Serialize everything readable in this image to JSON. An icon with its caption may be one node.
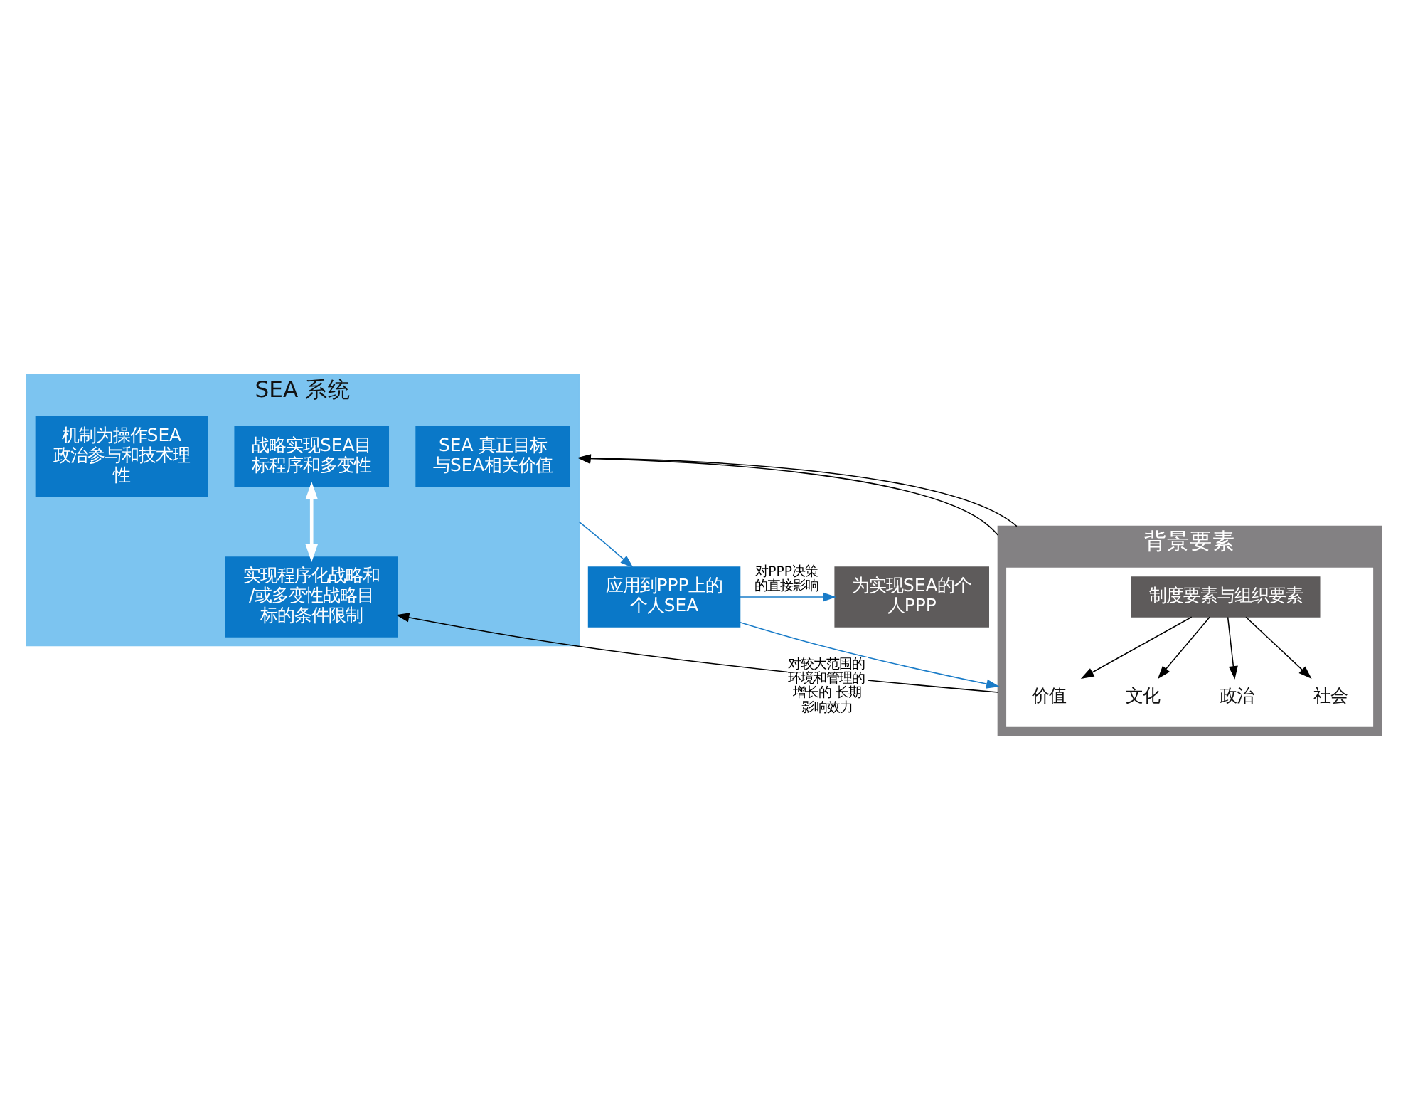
{
  "diagram": {
    "nodes": [
      {
        "text": [
          "SEA 系统"
        ]
      },
      {
        "text": [
          "SEA 真正目标与SEA相关价值"
        ],
        "in": 0
      },
      {
        "text": [
          "战略实现SEA目标程序和多变性"
        ],
        "in": 0
      },
      {
        "text": [
          "机制为操作SEA政治参与和技术理性"
        ],
        "in": 0
      },
      {
        "text": [
          "实现程序化战略和/或多变性战略目标的条件限制"
        ],
        "in": 0
      },
      {
        "text": [
          "背景要素"
        ]
      },
      {
        "text": [],
        "shape": "box",
        "in": 5
      },
      {
        "text": [
          "价值"
        ],
        "in": 6
      },
      {
        "text": [
          "文化"
        ],
        "in": 6
      },
      {
        "text": [
          "制度要素与组织要素"
        ],
        "in": 6
      },
      {
        "text": [
          "政治"
        ],
        "in": 6
      },
      {
        "text": [
          "社会"
        ],
        "in": 6
      },
      {
        "text": [
          "应用到PPP上的个人SEA"
        ]
      },
      {
        "text": [
          "为实现SEA的个人PPP"
        ]
      }
    ],
    "edges": [
      {
        "from": 9,
        "to": 7,
        "arrow": "to"
      },
      {
        "from": 9,
        "to": 8,
        "arrow": "to"
      },
      {
        "from": 9,
        "to": 10,
        "arrow": "to"
      },
      {
        "from": 9,
        "to": 11,
        "arrow": "to"
      },
      {
        "from": 2,
        "to": 4,
        "arrow": "both",
        "style": "thick",
        "color": "#ffffff"
      },
      {
        "from": 5,
        "to": 0,
        "arrow": "to"
      },
      {
        "from": 5,
        "to": 4,
        "arrow": "to"
      },
      {
        "from": 5,
        "to": 0,
        "arrow": "to"
      },
      {
        "from": 0,
        "to": 12,
        "arrow": "to",
        "color": "#1a7cc8"
      },
      {
        "from": 12,
        "to": 5,
        "arrow": "to",
        "label": "对较大范围的环境和管理的增长的 长期影响效力",
        "color": "#1a7cc8"
      },
      {
        "from": 12,
        "to": 13,
        "arrow": "to",
        "label": "对PPP决策的直接影响",
        "color": "#1a7cc8"
      }
    ]
  }
}
